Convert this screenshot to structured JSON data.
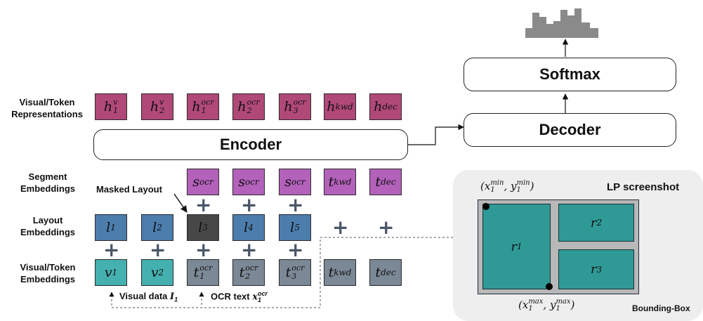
{
  "row_labels": {
    "representations": [
      "Visual/Token",
      "Representations"
    ],
    "segment": [
      "Segment",
      "Embeddings"
    ],
    "layout": [
      "Layout",
      "Embeddings"
    ],
    "visual_token": [
      "Visual/Token",
      "Embeddings"
    ]
  },
  "boxes": {
    "encoder": "Encoder",
    "decoder": "Decoder",
    "softmax": "Softmax"
  },
  "representations": [
    {
      "base": "h",
      "sub": "1",
      "sup": "v"
    },
    {
      "base": "h",
      "sub": "2",
      "sup": "v"
    },
    {
      "base": "h",
      "sub": "1",
      "sup": "ocr"
    },
    {
      "base": "h",
      "sub": "2",
      "sup": "ocr"
    },
    {
      "base": "h",
      "sub": "3",
      "sup": "ocr"
    },
    {
      "base": "h",
      "sup": "kwd"
    },
    {
      "base": "h",
      "sup": "dec"
    }
  ],
  "segments": [
    {
      "base": "s",
      "sup": "ocr"
    },
    {
      "base": "s",
      "sup": "ocr"
    },
    {
      "base": "s",
      "sup": "ocr"
    },
    {
      "base": "t",
      "sup": "kwd"
    },
    {
      "base": "t",
      "sup": "dec"
    }
  ],
  "layouts": [
    {
      "base": "l",
      "sub": "1"
    },
    {
      "base": "l",
      "sub": "2"
    },
    {
      "base": "l",
      "sub": "3"
    },
    {
      "base": "l",
      "sub": "4"
    },
    {
      "base": "l",
      "sub": "5"
    }
  ],
  "visual_tokens": [
    {
      "base": "v",
      "sub": "1"
    },
    {
      "base": "v",
      "sub": "2"
    },
    {
      "base": "t",
      "sub": "1",
      "sup": "ocr"
    },
    {
      "base": "t",
      "sub": "2",
      "sup": "ocr"
    },
    {
      "base": "t",
      "sub": "3",
      "sup": "ocr"
    },
    {
      "base": "t",
      "sup": "kwd"
    },
    {
      "base": "t",
      "sup": "dec"
    }
  ],
  "plus_sign": "+",
  "annotations": {
    "masked_layout": "Masked Layout",
    "visual_data": "Visual data",
    "visual_data_var": "I",
    "visual_data_sub": "1",
    "ocr_text": "OCR text",
    "ocr_text_var": "x",
    "ocr_text_sub": "1",
    "ocr_text_sup": "ocr"
  },
  "screenshot_panel": {
    "title": "LP screenshot",
    "bounding_box_label": "Bounding-Box",
    "top_left": {
      "open": "(",
      "x": "x",
      "sub": "1",
      "xsup": "min",
      "y": "y",
      "ysup": "min",
      "close": ")"
    },
    "bottom_right": {
      "open": "(",
      "x": "x",
      "sub": "1",
      "xsup": "max",
      "y": "y",
      "ysup": "max",
      "close": ")"
    },
    "regions": [
      {
        "base": "r",
        "sub": "1"
      },
      {
        "base": "r",
        "sub": "2"
      },
      {
        "base": "r",
        "sub": "3"
      }
    ]
  },
  "colors": {
    "representation": "#b04878",
    "segment": "#b361bb",
    "layout": "#4b7dad",
    "visual": "#45b0b0",
    "text_token": "#7b8896",
    "masked": "#474747",
    "region": "#2f9a95"
  },
  "icons": [
    "output-distribution-icon",
    "arrow-icon",
    "plus-icon"
  ]
}
